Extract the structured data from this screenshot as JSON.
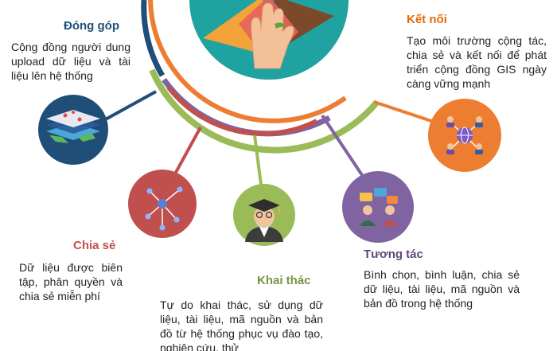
{
  "colors": {
    "navy": "#1f4e79",
    "orange": "#ed7d31",
    "red": "#c0504d",
    "green": "#9bbb59",
    "purple": "#8064a2",
    "teal": "#1fa2a0",
    "title_text": "#1f4e79",
    "ket_noi_title": "#e36c09",
    "chia_se_title": "#c0504d",
    "khai_thac_title": "#77933c",
    "tuong_tac_title": "#5f497a"
  },
  "icons": {
    "hub": "raised-hands-icon",
    "dong_gop": "map-layers-icon",
    "chia_se": "share-network-icon",
    "khai_thac": "professor-icon",
    "tuong_tac": "chat-people-icon",
    "ket_noi": "network-globe-icon"
  },
  "dong_gop": {
    "title": "Đóng góp",
    "desc": "Cộng đồng người dung upload dữ liệu và tài liệu lên hệ thống"
  },
  "ket_noi": {
    "title": "Kết nối",
    "desc": "Tạo môi trường cộng tác, chia sẻ và kết nối để phát triển cộng đồng GIS ngày càng vững mạnh"
  },
  "chia_se": {
    "title": "Chia sẻ",
    "desc": "Dữ liệu được biên tập, phân quyền và chia sẻ miễn phí"
  },
  "khai_thac": {
    "title": "Khai thác",
    "desc": "Tự do khai thác, sử dụng dữ liệu, tài liệu, mã nguồn và bản đồ từ  hệ thống phục vụ đào tạo, nghiên cứu, thử"
  },
  "tuong_tac": {
    "title": "Tương tác",
    "desc": "Bình chọn, bình luận, chia sẻ dữ liệu, tài liệu, mã nguồn và bản đồ trong hệ thống"
  }
}
